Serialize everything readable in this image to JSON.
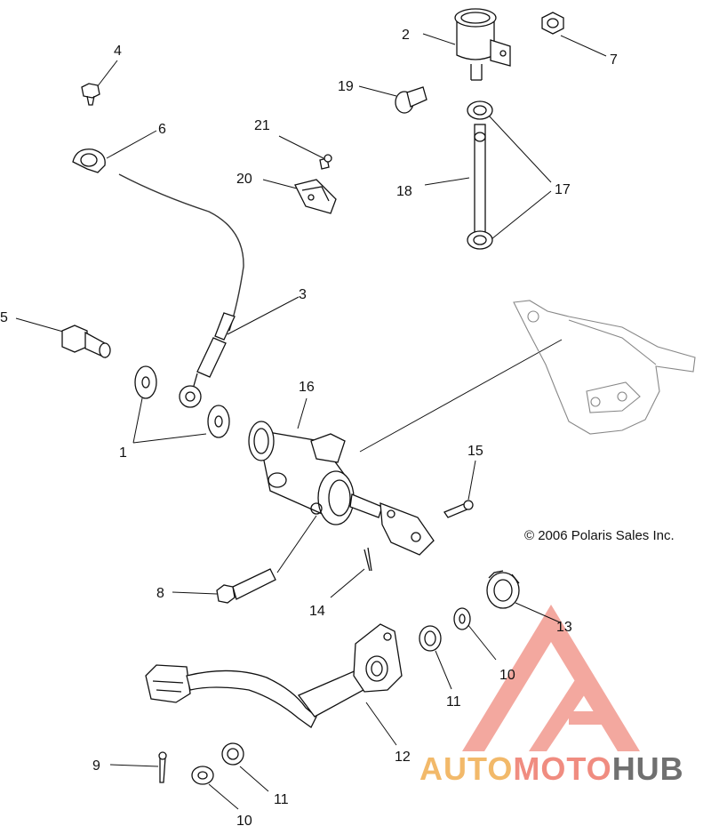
{
  "callouts": [
    {
      "id": "c1",
      "label": "1"
    },
    {
      "id": "c2",
      "label": "2"
    },
    {
      "id": "c3",
      "label": "3"
    },
    {
      "id": "c4",
      "label": "4"
    },
    {
      "id": "c5",
      "label": "5"
    },
    {
      "id": "c6",
      "label": "6"
    },
    {
      "id": "c7",
      "label": "7"
    },
    {
      "id": "c8",
      "label": "8"
    },
    {
      "id": "c9",
      "label": "9"
    },
    {
      "id": "c10a",
      "label": "10"
    },
    {
      "id": "c10b",
      "label": "10"
    },
    {
      "id": "c11a",
      "label": "11"
    },
    {
      "id": "c11b",
      "label": "11"
    },
    {
      "id": "c12",
      "label": "12"
    },
    {
      "id": "c13",
      "label": "13"
    },
    {
      "id": "c14",
      "label": "14"
    },
    {
      "id": "c15",
      "label": "15"
    },
    {
      "id": "c16",
      "label": "16"
    },
    {
      "id": "c17",
      "label": "17"
    },
    {
      "id": "c18",
      "label": "18"
    },
    {
      "id": "c19",
      "label": "19"
    },
    {
      "id": "c20",
      "label": "20"
    },
    {
      "id": "c21",
      "label": "21"
    }
  ],
  "copyright": "© 2006 Polaris Sales Inc.",
  "watermark": {
    "part1": "AUTO",
    "part2": "MOTO",
    "part3": "HUB",
    "color_auto": "#f2b96a",
    "color_moto": "#f08c80",
    "color_hub": "#707070",
    "color_logo": "#f08c80"
  }
}
